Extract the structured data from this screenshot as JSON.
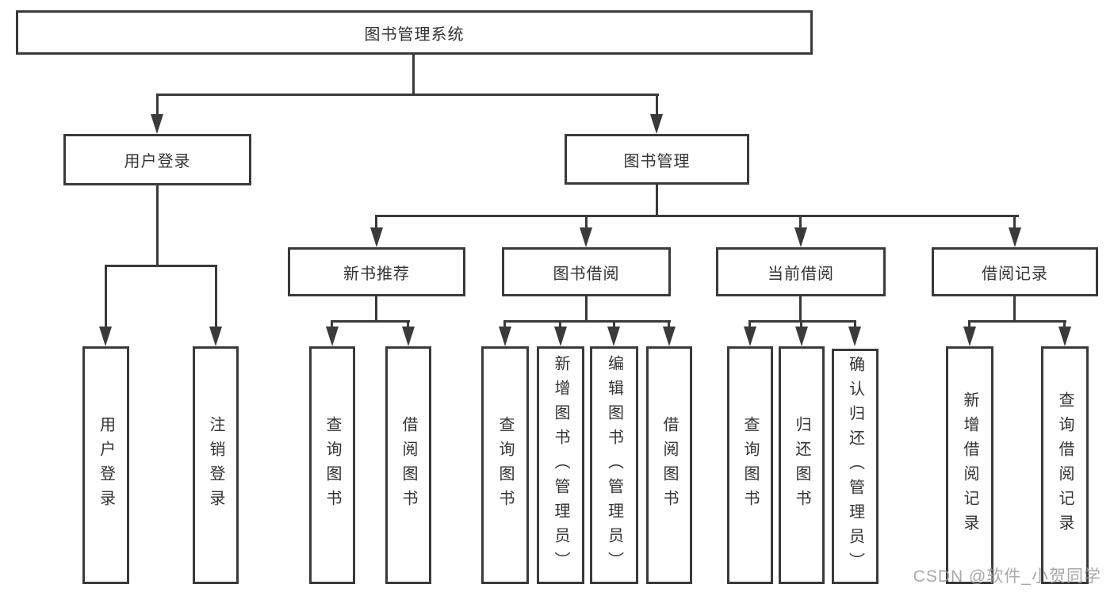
{
  "tree": {
    "root": {
      "label": "图书管理系统",
      "children": [
        {
          "label": "用户登录",
          "children": [
            {
              "label": "用户登录"
            },
            {
              "label": "注销登录"
            }
          ]
        },
        {
          "label": "图书管理",
          "children": [
            {
              "label": "新书推荐",
              "children": [
                {
                  "label": "查询图书"
                },
                {
                  "label": "借阅图书"
                }
              ]
            },
            {
              "label": "图书借阅",
              "children": [
                {
                  "label": "查询图书"
                },
                {
                  "label": "新增图书（管理员）"
                },
                {
                  "label": "编辑图书（管理员）"
                },
                {
                  "label": "借阅图书"
                }
              ]
            },
            {
              "label": "当前借阅",
              "children": [
                {
                  "label": "查询图书"
                },
                {
                  "label": "归还图书"
                },
                {
                  "label": "确认归还（管理员）"
                }
              ]
            },
            {
              "label": "借阅记录",
              "children": [
                {
                  "label": "新增借阅记录"
                },
                {
                  "label": "查询借阅记录"
                }
              ]
            }
          ]
        }
      ]
    }
  },
  "watermark": "CSDN @软件_小贺同学",
  "colors": {
    "line": "#3a3a3a",
    "text": "#333333",
    "background": "#ffffff",
    "watermark": "#9e9e9e"
  }
}
